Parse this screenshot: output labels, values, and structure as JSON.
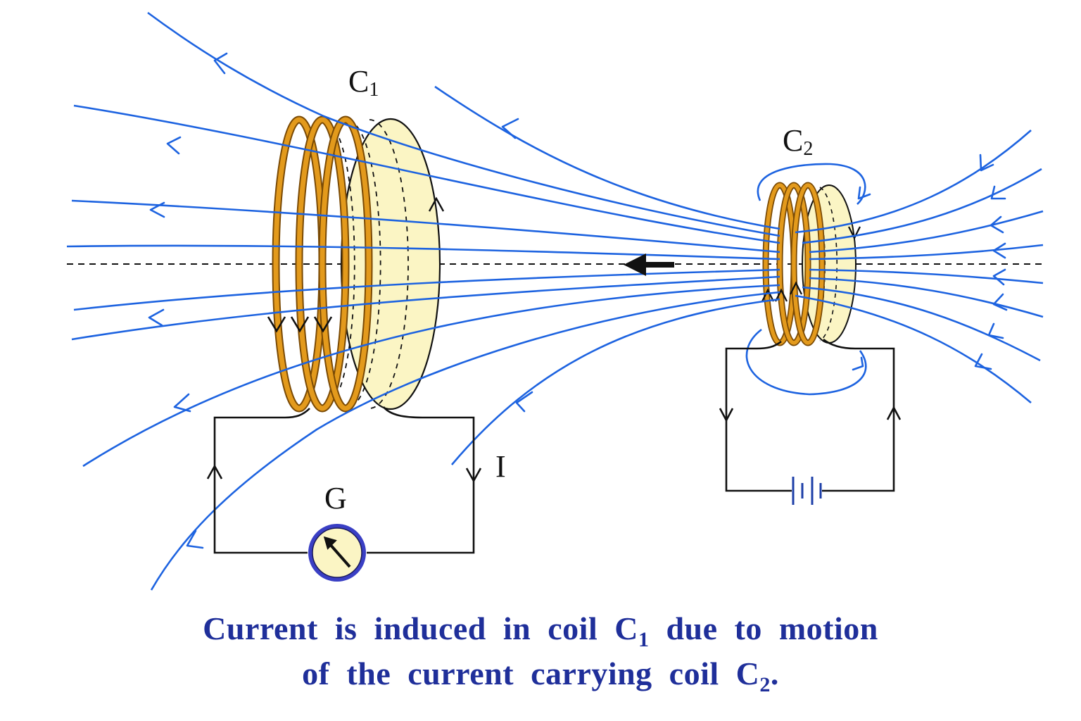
{
  "labels": {
    "coil1_letter": "C",
    "coil1_sub": "1",
    "coil2_letter": "C",
    "coil2_sub": "2",
    "current": "I",
    "galvanometer": "G"
  },
  "caption": {
    "line1_pre": "Current  is  induced  in  coil  C",
    "line1_sub": "1",
    "line1_post": "  due  to  motion",
    "line2_pre": "of  the  current  carrying  coil  C",
    "line2_sub": "2",
    "line2_post": "."
  },
  "colors": {
    "field_line": "#1d63e0",
    "coil_wire": "#e39a1c",
    "coil_face": "#fbf5c4",
    "caption": "#1f2f9a",
    "galvanometer_ring": "#3a3fc4"
  },
  "icons": {
    "motion_arrow": "left-arrow-icon",
    "galvanometer": "galvanometer-icon",
    "battery": "battery-icon"
  }
}
